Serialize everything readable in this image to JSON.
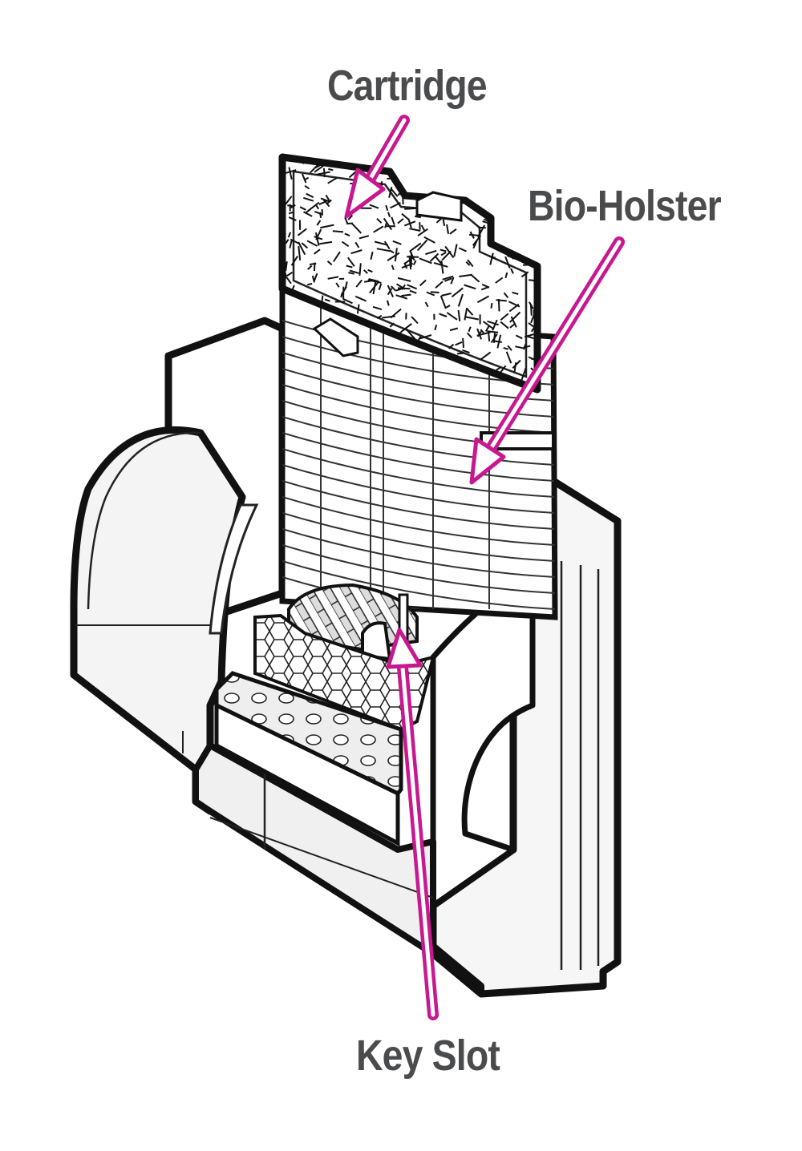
{
  "labels": {
    "cartridge": "Cartridge",
    "bio_holster": "Bio-Holster",
    "key_slot": "Key Slot"
  },
  "colors": {
    "label_text": "#4a4b4d",
    "arrow": "#c8188f",
    "outline": "#111111",
    "body_fill": "#ffffff",
    "shade_fill": "#eeeeee"
  },
  "icons": {
    "arrow": "arrow-pointer-icon"
  }
}
